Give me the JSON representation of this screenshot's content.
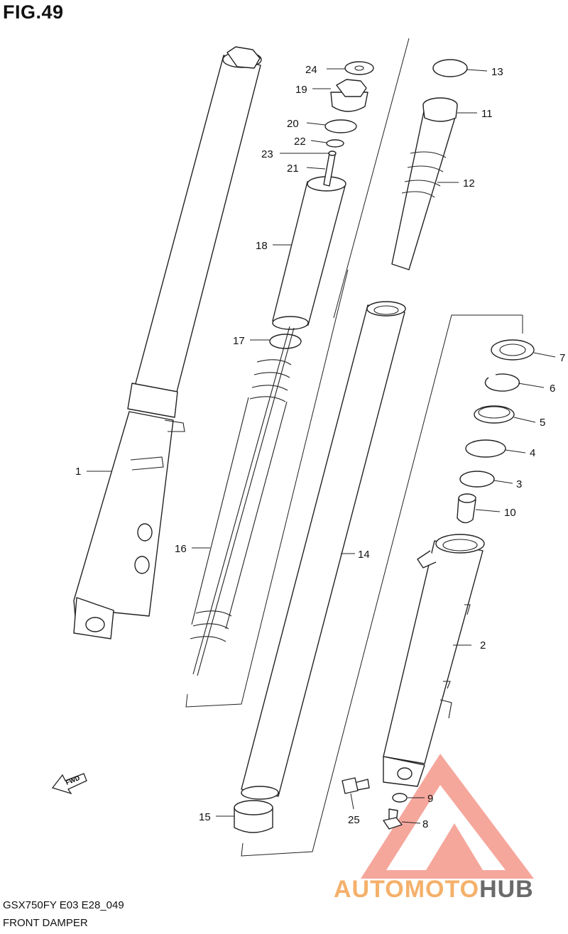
{
  "figure": {
    "title": "FIG.49"
  },
  "footer": {
    "model_code": "GSX750FY E03 E28_049",
    "section": "FRONT DAMPER"
  },
  "watermark": {
    "brand_part1": "AUTOMOTO",
    "brand_part2": "HUB",
    "accent_color": "#f28a7c",
    "text_color_1": "#f5b06a",
    "text_color_2": "#6a6a6a"
  },
  "direction_label": "FWD",
  "callouts": [
    {
      "id": "c1",
      "label": "1"
    },
    {
      "id": "c2",
      "label": "2"
    },
    {
      "id": "c3",
      "label": "3"
    },
    {
      "id": "c4",
      "label": "4"
    },
    {
      "id": "c5",
      "label": "5"
    },
    {
      "id": "c6",
      "label": "6"
    },
    {
      "id": "c7",
      "label": "7"
    },
    {
      "id": "c8",
      "label": "8"
    },
    {
      "id": "c9",
      "label": "9"
    },
    {
      "id": "c10",
      "label": "10"
    },
    {
      "id": "c11",
      "label": "11"
    },
    {
      "id": "c12",
      "label": "12"
    },
    {
      "id": "c13",
      "label": "13"
    },
    {
      "id": "c14",
      "label": "14"
    },
    {
      "id": "c15",
      "label": "15"
    },
    {
      "id": "c16",
      "label": "16"
    },
    {
      "id": "c17",
      "label": "17"
    },
    {
      "id": "c18",
      "label": "18"
    },
    {
      "id": "c19",
      "label": "19"
    },
    {
      "id": "c20",
      "label": "20"
    },
    {
      "id": "c21",
      "label": "21"
    },
    {
      "id": "c22",
      "label": "22"
    },
    {
      "id": "c23",
      "label": "23"
    },
    {
      "id": "c24",
      "label": "24"
    },
    {
      "id": "c25",
      "label": "25"
    }
  ]
}
